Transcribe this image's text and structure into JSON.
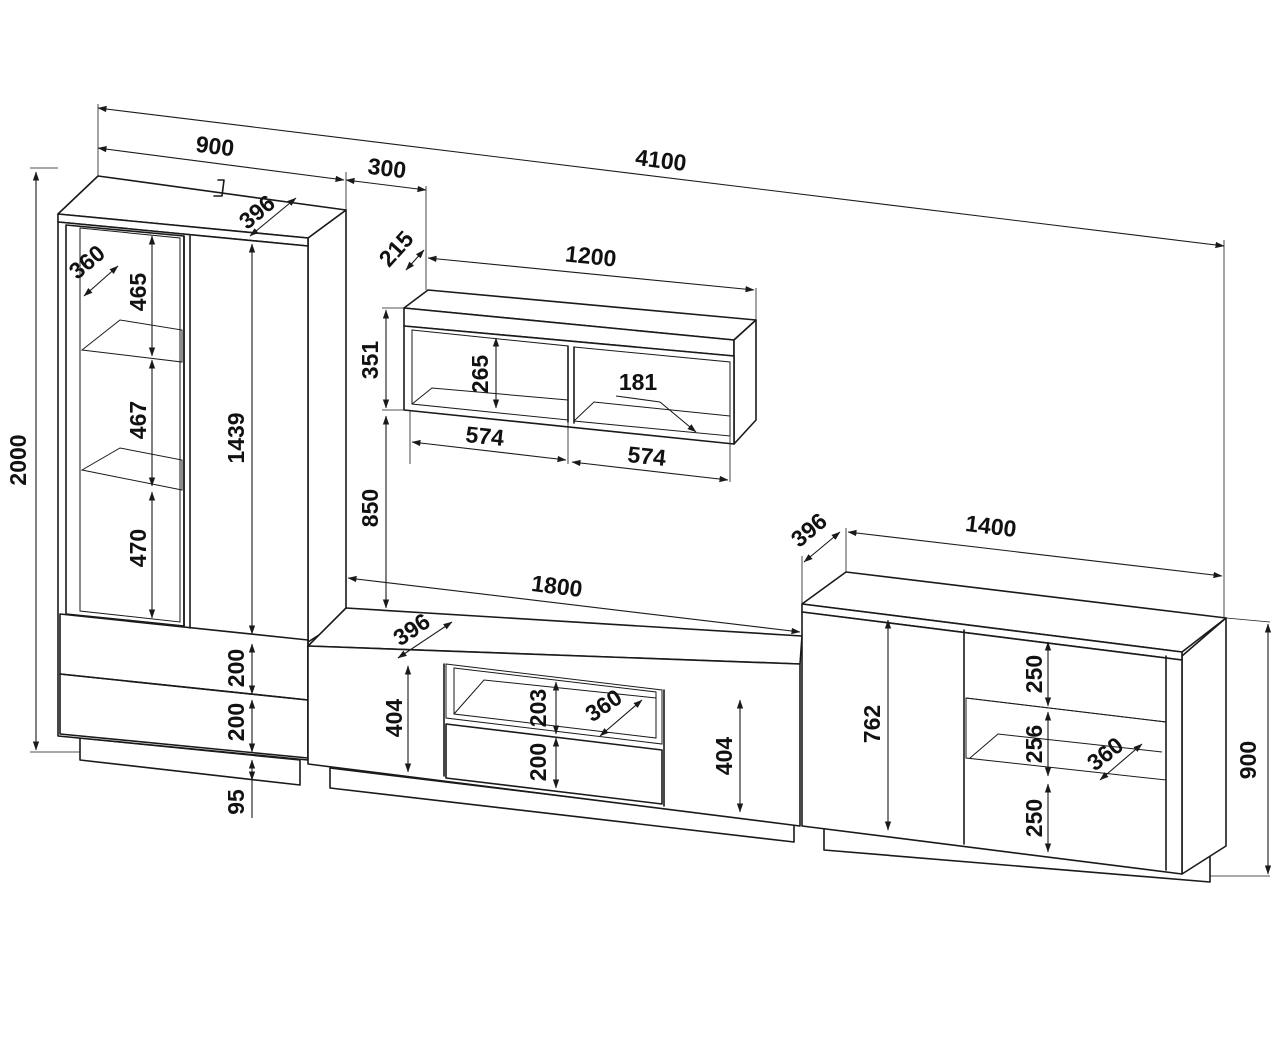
{
  "dimensions": {
    "total_width": "4100",
    "tall_cabinet_width": "900",
    "gap_width": "300",
    "tall_cabinet_depth": "396",
    "shelf_depth": "360",
    "tall_height": "2000",
    "compartment_top": "465",
    "compartment_middle": "467",
    "compartment_bottom": "470",
    "door_height": "1439",
    "drawer_top": "200",
    "drawer_bottom": "200",
    "plinth_height": "95",
    "wall_shelf_depth": "215",
    "wall_shelf_width": "1200",
    "wall_shelf_height": "351",
    "wall_shelf_inner_height": "265",
    "wall_shelf_inner_depth": "181",
    "wall_shelf_section_left": "574",
    "wall_shelf_section_right": "574",
    "wall_shelf_mount_height": "850",
    "tv_unit_width": "1800",
    "tv_unit_depth": "396",
    "tv_door_left": "404",
    "tv_niche_height": "203",
    "tv_niche_depth": "360",
    "tv_drawer_height": "200",
    "tv_door_right": "404",
    "dresser_depth": "396",
    "dresser_width": "1400",
    "dresser_door_height": "762",
    "dresser_drawer_top": "250",
    "dresser_niche_height": "256",
    "dresser_niche_depth": "360",
    "dresser_drawer_bottom": "250",
    "dresser_height": "900"
  }
}
